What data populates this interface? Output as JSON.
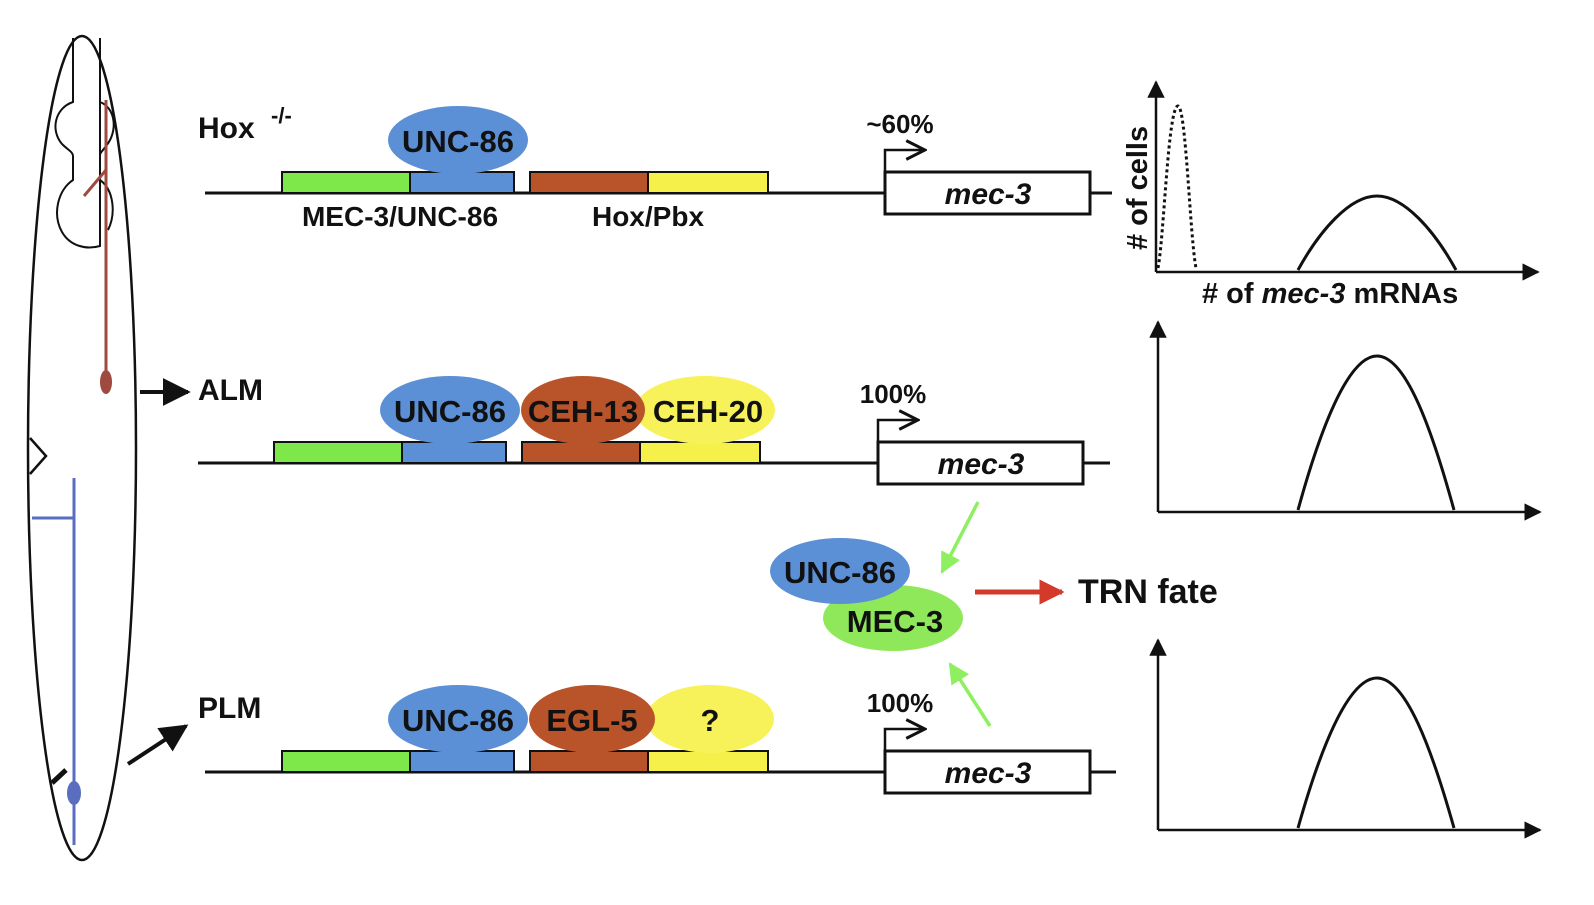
{
  "rows": {
    "hox": {
      "label": "Hox",
      "label_sup": "-/-",
      "percent": "~60%",
      "gene": "mec-3",
      "site_labels": {
        "left": "MEC-3/UNC-86",
        "right": "Hox/Pbx"
      },
      "factors": [
        "UNC-86"
      ]
    },
    "alm": {
      "label": "ALM",
      "percent": "100%",
      "gene": "mec-3",
      "factors": [
        "UNC-86",
        "CEH-13",
        "CEH-20"
      ]
    },
    "plm": {
      "label": "PLM",
      "percent": "100%",
      "gene": "mec-3",
      "factors": [
        "UNC-86",
        "EGL-5",
        "?"
      ]
    }
  },
  "complex": {
    "top": "UNC-86",
    "bottom": "MEC-3",
    "outcome": "TRN fate"
  },
  "plots": {
    "ylabel": "# of cells",
    "xlabel_prefix": "# of",
    "xlabel_gene": "mec-3",
    "xlabel_suffix": "mRNAs"
  },
  "colors": {
    "green_site": "#7ee84a",
    "blue_site": "#5b8fd6",
    "brown_site": "#b9542a",
    "yellow_site": "#f5f04a",
    "unc86_oval": "#5b8fd6",
    "ceh13_oval": "#b9542a",
    "ceh20_oval": "#f8f25a",
    "mec3_oval": "#8fe85a",
    "green_arrow": "#8ef060",
    "red_arrow": "#d43a2a",
    "alm_neuron": "#9e4a3e",
    "plm_neuron": "#5a6ec0"
  }
}
